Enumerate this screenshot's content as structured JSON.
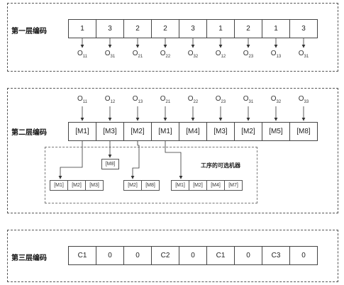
{
  "layer1": {
    "label": "第一层编码",
    "codes": [
      "1",
      "3",
      "2",
      "2",
      "3",
      "1",
      "2",
      "1",
      "3"
    ],
    "ops": [
      {
        "base": "O",
        "sub": "11"
      },
      {
        "base": "O",
        "sub": "31"
      },
      {
        "base": "O",
        "sub": "21"
      },
      {
        "base": "O",
        "sub": "22"
      },
      {
        "base": "O",
        "sub": "32"
      },
      {
        "base": "O",
        "sub": "12"
      },
      {
        "base": "O",
        "sub": "23"
      },
      {
        "base": "O",
        "sub": "13"
      },
      {
        "base": "O",
        "sub": "31"
      }
    ]
  },
  "layer2": {
    "label": "第二层编码",
    "ops": [
      {
        "base": "O",
        "sub": "11"
      },
      {
        "base": "O",
        "sub": "12"
      },
      {
        "base": "O",
        "sub": "13"
      },
      {
        "base": "O",
        "sub": "21"
      },
      {
        "base": "O",
        "sub": "22"
      },
      {
        "base": "O",
        "sub": "23"
      },
      {
        "base": "O",
        "sub": "31"
      },
      {
        "base": "O",
        "sub": "32"
      },
      {
        "base": "O",
        "sub": "33"
      }
    ],
    "codes": [
      "[M1]",
      "[M3]",
      "[M2]",
      "[M1]",
      "[M4]",
      "[M3]",
      "[M2]",
      "[M5]",
      "[M8]"
    ],
    "machines_title": "工序的可选机器",
    "single_option": "[M8]",
    "group_a": [
      "[M1]",
      "[M2]",
      "[M3]"
    ],
    "group_b": [
      "[M2]",
      "[M8]"
    ],
    "group_c": [
      "[M1]",
      "[M2]",
      "[M4]",
      "[M7]"
    ]
  },
  "layer3": {
    "label": "第三层编码",
    "codes": [
      "C1",
      "0",
      "0",
      "C2",
      "0",
      "C1",
      "0",
      "C3",
      "0"
    ]
  }
}
